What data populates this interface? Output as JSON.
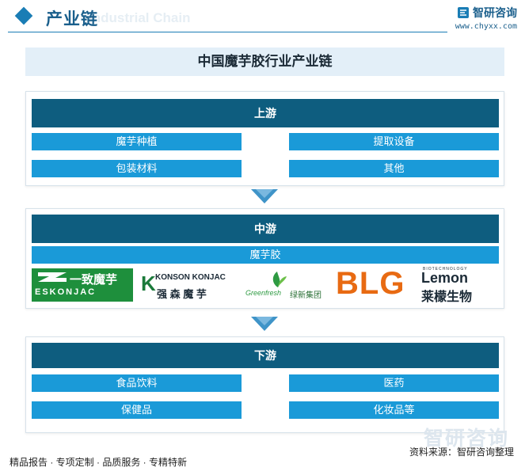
{
  "header": {
    "title": "产业链",
    "watermark": "Industrial Chain"
  },
  "brand": {
    "name": "智研咨询",
    "url": "www.chyxx.com"
  },
  "banner": {
    "title": "中国魔芋胶行业产业链"
  },
  "upstream": {
    "title": "上游",
    "items": [
      "魔芋种植",
      "提取设备",
      "包装材料",
      "其他"
    ]
  },
  "midstream": {
    "title": "中游",
    "product": "魔芋胶",
    "logos": [
      {
        "top": "一致魔芋",
        "bottom": "ESKONJAC"
      },
      {
        "top": "KONSON KONJAC",
        "bottom": "强 森 魔 芋"
      },
      {
        "top": "Greenfresh",
        "bottom": "绿新集团"
      },
      {
        "top": "BLG"
      },
      {
        "tag": "BIOTECHNOLOGY",
        "top": "Lemon",
        "bottom": "莱檬生物"
      }
    ]
  },
  "downstream": {
    "title": "下游",
    "items": [
      "食品饮料",
      "医药",
      "保健品",
      "化妆品等"
    ]
  },
  "footer": {
    "left": "精品报告 · 专项定制 · 品质服务 · 专精特新",
    "source": "资料来源：智研咨询整理",
    "watermark": "智研咨询"
  },
  "colors": {
    "header_bar": "#0e5d7f",
    "cell": "#1a9ad8",
    "banner_bg": "#e3eff8",
    "accent": "#1a7db5"
  }
}
